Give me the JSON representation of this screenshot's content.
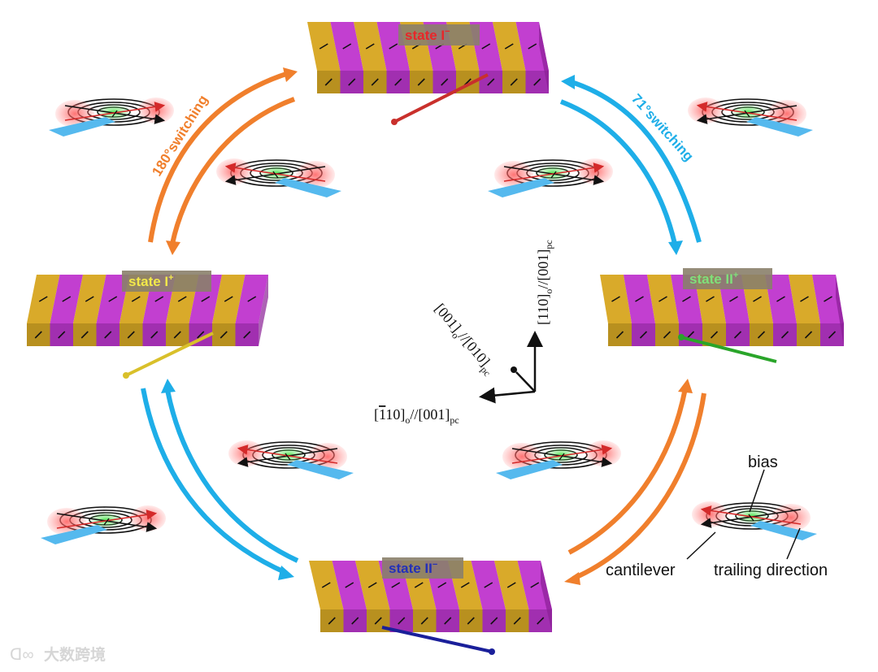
{
  "states": {
    "top": {
      "label": "state I",
      "sup": "−",
      "label_color": "#e8262a",
      "arrow_color": "#c9302c"
    },
    "left": {
      "label": "state I",
      "sup": "+",
      "label_color": "#f2e84a",
      "arrow_color": "#d9c02a"
    },
    "right": {
      "label": "state II",
      "sup": "+",
      "label_color": "#7fe07a",
      "arrow_color": "#2aa52a"
    },
    "bottom": {
      "label": "state II",
      "sup": "−",
      "label_color": "#2330b8",
      "arrow_color": "#1a1f9a"
    }
  },
  "switching": {
    "left_label": "180°switching",
    "right_label": "71°switching",
    "orange": "#f07f2c",
    "blue": "#1eaee8"
  },
  "axes": {
    "vertical": {
      "main": "[110]",
      "sub1": "o",
      "mid": "//[001]",
      "sub2": "pc"
    },
    "diagonal": {
      "main": "[001]",
      "sub1": "o",
      "mid": "//[010]",
      "sub2": "pc"
    },
    "horizontal": {
      "bar": "1",
      "pre": "[",
      "post": "10]",
      "sub1": "o",
      "mid": "//[001]",
      "sub2": "pc"
    }
  },
  "legend": {
    "bias": "bias",
    "cantilever": "cantilever",
    "trailing": "trailing direction"
  },
  "watermark": "大数跨境",
  "colors": {
    "yellow_stripe": "#d9aa2a",
    "magenta_stripe": "#c23fd0",
    "slab_label_bg": "#8a7f6a"
  }
}
